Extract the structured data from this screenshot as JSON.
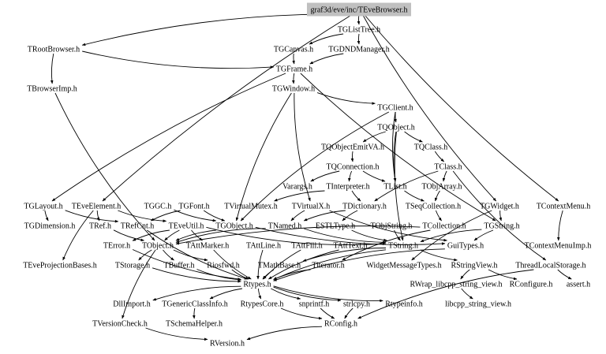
{
  "diagram": {
    "type": "include-dependency-graph",
    "root": "graf3d/eve/inc/TEveBrowser.h",
    "nodes": [
      {
        "id": "root",
        "label": "graf3d/eve/inc/TEveBrowser.h"
      },
      {
        "id": "TGListTree",
        "label": "TGListTree.h"
      },
      {
        "id": "TRootBrowser",
        "label": "TRootBrowser.h"
      },
      {
        "id": "TGCanvas",
        "label": "TGCanvas.h"
      },
      {
        "id": "TGDNDManager",
        "label": "TGDNDManager.h"
      },
      {
        "id": "TGFrame",
        "label": "TGFrame.h"
      },
      {
        "id": "TBrowserImp",
        "label": "TBrowserImp.h"
      },
      {
        "id": "TGWindow",
        "label": "TGWindow.h"
      },
      {
        "id": "TGClient",
        "label": "TGClient.h"
      },
      {
        "id": "TQObject",
        "label": "TQObject.h"
      },
      {
        "id": "TQObjectEmitVA",
        "label": "TQObjectEmitVA.h"
      },
      {
        "id": "TQClass",
        "label": "TQClass.h"
      },
      {
        "id": "TQConnection",
        "label": "TQConnection.h"
      },
      {
        "id": "TClass",
        "label": "TClass.h"
      },
      {
        "id": "Varargs",
        "label": "Varargs.h"
      },
      {
        "id": "TInterpreter",
        "label": "TInterpreter.h"
      },
      {
        "id": "TList",
        "label": "TList.h"
      },
      {
        "id": "TObjArray",
        "label": "TObjArray.h"
      },
      {
        "id": "TGLayout",
        "label": "TGLayout.h"
      },
      {
        "id": "TEveElement",
        "label": "TEveElement.h"
      },
      {
        "id": "TGGC",
        "label": "TGGC.h"
      },
      {
        "id": "TGFont",
        "label": "TGFont.h"
      },
      {
        "id": "TVirtualMutex",
        "label": "TVirtualMutex.h"
      },
      {
        "id": "TVirtualX",
        "label": "TVirtualX.h"
      },
      {
        "id": "TDictionary",
        "label": "TDictionary.h"
      },
      {
        "id": "TSeqCollection",
        "label": "TSeqCollection.h"
      },
      {
        "id": "TGWidget",
        "label": "TGWidget.h"
      },
      {
        "id": "TContextMenu",
        "label": "TContextMenu.h"
      },
      {
        "id": "TGDimension",
        "label": "TGDimension.h"
      },
      {
        "id": "TRef",
        "label": "TRef.h"
      },
      {
        "id": "TRefCnt",
        "label": "TRefCnt.h"
      },
      {
        "id": "TEveUtil",
        "label": "TEveUtil.h"
      },
      {
        "id": "TGObject",
        "label": "TGObject.h"
      },
      {
        "id": "TNamed",
        "label": "TNamed.h"
      },
      {
        "id": "ESTLType",
        "label": "ESTLType.h"
      },
      {
        "id": "TObjString",
        "label": "TObjString.h"
      },
      {
        "id": "TCollection",
        "label": "TCollection.h"
      },
      {
        "id": "TGString",
        "label": "TGString.h"
      },
      {
        "id": "TError",
        "label": "TError.h"
      },
      {
        "id": "TObject",
        "label": "TObject.h"
      },
      {
        "id": "TAttMarker",
        "label": "TAttMarker.h"
      },
      {
        "id": "TAttLine",
        "label": "TAttLine.h"
      },
      {
        "id": "TAttFill",
        "label": "TAttFill.h"
      },
      {
        "id": "TAttText",
        "label": "TAttText.h"
      },
      {
        "id": "TString",
        "label": "TString.h"
      },
      {
        "id": "GuiTypes",
        "label": "GuiTypes.h"
      },
      {
        "id": "TContextMenuImp",
        "label": "TContextMenuImp.h"
      },
      {
        "id": "TEveProjectionBases",
        "label": "TEveProjectionBases.h"
      },
      {
        "id": "TStorage",
        "label": "TStorage.h"
      },
      {
        "id": "TBuffer",
        "label": "TBuffer.h"
      },
      {
        "id": "Riosfwd",
        "label": "Riosfwd.h"
      },
      {
        "id": "TMathBase",
        "label": "TMathBase.h"
      },
      {
        "id": "Titerator",
        "label": "Titerator.h"
      },
      {
        "id": "WidgetMessageTypes",
        "label": "WidgetMessageTypes.h"
      },
      {
        "id": "RStringView",
        "label": "RStringView.h"
      },
      {
        "id": "ThreadLocalStorage",
        "label": "ThreadLocalStorage.h"
      },
      {
        "id": "Rtypes",
        "label": "Rtypes.h"
      },
      {
        "id": "RWrap",
        "label": "RWrap_libcpp_string_view.h"
      },
      {
        "id": "RConfigure",
        "label": "RConfigure.h"
      },
      {
        "id": "assert",
        "label": "assert.h"
      },
      {
        "id": "DllImport",
        "label": "DllImport.h"
      },
      {
        "id": "TGenericClassInfo",
        "label": "TGenericClassInfo.h"
      },
      {
        "id": "RtypesCore",
        "label": "RtypesCore.h"
      },
      {
        "id": "snprintf",
        "label": "snprintf.h"
      },
      {
        "id": "strlcpy",
        "label": "strlcpy.h"
      },
      {
        "id": "Rtypeinfo",
        "label": "Rtypeinfo.h"
      },
      {
        "id": "libcpp_string_view",
        "label": "libcpp_string_view.h"
      },
      {
        "id": "TVersionCheck",
        "label": "TVersionCheck.h"
      },
      {
        "id": "TSchemaHelper",
        "label": "TSchemaHelper.h"
      },
      {
        "id": "RConfig",
        "label": "RConfig.h"
      },
      {
        "id": "RVersion",
        "label": "RVersion.h"
      }
    ],
    "edges": [
      [
        "root",
        "TGListTree"
      ],
      [
        "root",
        "TRootBrowser"
      ],
      [
        "root",
        "TEveElement"
      ],
      [
        "root",
        "TContextMenu"
      ],
      [
        "root",
        "TGWidget"
      ],
      [
        "TGListTree",
        "TGCanvas"
      ],
      [
        "TGListTree",
        "TGDNDManager"
      ],
      [
        "TRootBrowser",
        "TBrowserImp"
      ],
      [
        "TRootBrowser",
        "TGFrame"
      ],
      [
        "TGCanvas",
        "TGFrame"
      ],
      [
        "TGDNDManager",
        "TGFrame"
      ],
      [
        "TGFrame",
        "TGWindow"
      ],
      [
        "TGFrame",
        "TGLayout"
      ],
      [
        "TGFrame",
        "TGString"
      ],
      [
        "TBrowserImp",
        "TObject"
      ],
      [
        "TGWindow",
        "TGClient"
      ],
      [
        "TGWindow",
        "TGObject"
      ],
      [
        "TGWindow",
        "TVirtualX"
      ],
      [
        "TGClient",
        "TQObject"
      ],
      [
        "TGClient",
        "TList"
      ],
      [
        "TGClient",
        "TGObject"
      ],
      [
        "TQObject",
        "TQObjectEmitVA"
      ],
      [
        "TQObject",
        "TQClass"
      ],
      [
        "TQObject",
        "TList"
      ],
      [
        "TQObject",
        "TString"
      ],
      [
        "TQObjectEmitVA",
        "TQConnection"
      ],
      [
        "TQClass",
        "TClass"
      ],
      [
        "TQConnection",
        "Varargs"
      ],
      [
        "TQConnection",
        "TInterpreter"
      ],
      [
        "TQConnection",
        "TList"
      ],
      [
        "TClass",
        "TObjArray"
      ],
      [
        "TClass",
        "TDictionary"
      ],
      [
        "TClass",
        "ThreadLocalStorage"
      ],
      [
        "TInterpreter",
        "TDictionary"
      ],
      [
        "TInterpreter",
        "TVirtualMutex"
      ],
      [
        "TList",
        "TSeqCollection"
      ],
      [
        "TObjArray",
        "TSeqCollection"
      ],
      [
        "TGLayout",
        "TGDimension"
      ],
      [
        "TGLayout",
        "TRefCnt"
      ],
      [
        "TEveElement",
        "TEveUtil"
      ],
      [
        "TEveElement",
        "TRef"
      ],
      [
        "TEveElement",
        "TEveProjectionBases"
      ],
      [
        "TGGC",
        "TGObject"
      ],
      [
        "TGFont",
        "TGObject"
      ],
      [
        "TGFont",
        "TRefCnt"
      ],
      [
        "TVirtualX",
        "TNamed"
      ],
      [
        "TVirtualX",
        "GuiTypes"
      ],
      [
        "TDictionary",
        "ESTLType"
      ],
      [
        "TDictionary",
        "TNamed"
      ],
      [
        "TSeqCollection",
        "TCollection"
      ],
      [
        "TGWidget",
        "TGString"
      ],
      [
        "TGWidget",
        "WidgetMessageTypes"
      ],
      [
        "TContextMenu",
        "TContextMenuImp"
      ],
      [
        "TRef",
        "TObject"
      ],
      [
        "TRefCnt",
        "Rtypes"
      ],
      [
        "TEveUtil",
        "TError"
      ],
      [
        "TEveUtil",
        "TObject"
      ],
      [
        "TEveUtil",
        "TAttMarker"
      ],
      [
        "TEveUtil",
        "TString"
      ],
      [
        "TGObject",
        "TObject"
      ],
      [
        "TGObject",
        "GuiTypes"
      ],
      [
        "TNamed",
        "TString"
      ],
      [
        "TNamed",
        "TObject"
      ],
      [
        "ESTLType",
        "TString"
      ],
      [
        "TObjString",
        "TString"
      ],
      [
        "TCollection",
        "TObject"
      ],
      [
        "TCollection",
        "Titerator"
      ],
      [
        "TGString",
        "TString"
      ],
      [
        "TGString",
        "GuiTypes"
      ],
      [
        "TError",
        "Rtypes"
      ],
      [
        "TObject",
        "TStorage"
      ],
      [
        "TObject",
        "TBuffer"
      ],
      [
        "TObject",
        "Riosfwd"
      ],
      [
        "TObject",
        "TVersionCheck"
      ],
      [
        "TAttMarker",
        "Rtypes"
      ],
      [
        "TAttLine",
        "Rtypes"
      ],
      [
        "TAttFill",
        "Rtypes"
      ],
      [
        "TAttText",
        "Rtypes"
      ],
      [
        "TString",
        "TMathBase"
      ],
      [
        "TString",
        "RStringView"
      ],
      [
        "TString",
        "Rtypes"
      ],
      [
        "GuiTypes",
        "Rtypes"
      ],
      [
        "TStorage",
        "Rtypes"
      ],
      [
        "TBuffer",
        "Rtypes"
      ],
      [
        "Riosfwd",
        "Rtypes"
      ],
      [
        "TMathBase",
        "Rtypes"
      ],
      [
        "Titerator",
        "Rtypes"
      ],
      [
        "RStringView",
        "RWrap"
      ],
      [
        "RStringView",
        "RConfigure"
      ],
      [
        "ThreadLocalStorage",
        "RConfig"
      ],
      [
        "ThreadLocalStorage",
        "assert"
      ],
      [
        "Rtypes",
        "DllImport"
      ],
      [
        "Rtypes",
        "TGenericClassInfo"
      ],
      [
        "Rtypes",
        "RtypesCore"
      ],
      [
        "Rtypes",
        "snprintf"
      ],
      [
        "Rtypes",
        "strlcpy"
      ],
      [
        "Rtypes",
        "Rtypeinfo"
      ],
      [
        "RWrap",
        "libcpp_string_view"
      ],
      [
        "TGenericClassInfo",
        "TSchemaHelper"
      ],
      [
        "RtypesCore",
        "RConfig"
      ],
      [
        "snprintf",
        "RConfig"
      ],
      [
        "strlcpy",
        "RConfig"
      ],
      [
        "TVersionCheck",
        "RVersion"
      ],
      [
        "RConfig",
        "RVersion"
      ]
    ]
  }
}
